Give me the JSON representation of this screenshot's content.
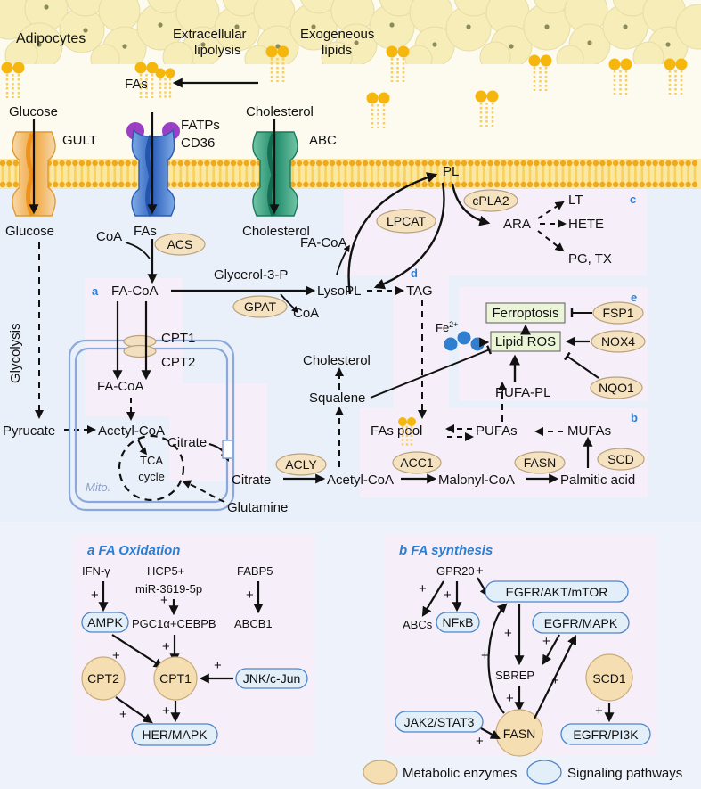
{
  "figure": {
    "background_color": "#eef2fa",
    "cytoplasm_color": "#eaf0fa",
    "extracellular_color": "#fdfbf0",
    "panel_highlight_color": "#f6eef8",
    "enzyme_fill": "#f5e2c0",
    "signaling_fill": "#e2eef8",
    "accent_blue": "#2a7fd4",
    "ferroptosis_fill": "#eaf5d8"
  },
  "extracellular": {
    "adipocytes_label": "Adipocytes",
    "extracellular_lipolysis_label": "Extracellular\nlipolysis",
    "extracellular_lipolysis_line1": "Extracellular",
    "extracellular_lipolysis_line2": "lipolysis",
    "exogenous_lipids_line1": "Exogeneous",
    "exogenous_lipids_line2": "lipids",
    "fas_out": "FAs",
    "glucose_out": "Glucose",
    "cholesterol_out": "Cholesterol"
  },
  "membrane": {
    "transporters": [
      {
        "name": "GULT",
        "label": "GULT",
        "color": "#f0b060",
        "cargo_in": "Glucose",
        "cargo_out": "Glucose"
      },
      {
        "name": "FATPs-CD36",
        "label_line1": "FATPs",
        "label_line2": "CD36",
        "color": "#4d86d6",
        "cargo_in": "FAs",
        "cargo_out": "FAs"
      },
      {
        "name": "ABC",
        "label": "ABC",
        "color": "#46a88c",
        "cargo_in": "Cholesterol",
        "cargo_out": "Cholesterol"
      }
    ]
  },
  "cytoplasm": {
    "glucose_in": "Glucose",
    "fas_in": "FAs",
    "cholesterol_in": "Cholesterol",
    "glycolysis": "Glycolysis",
    "pyruvate": "Pyrucate",
    "coa_1": "CoA",
    "coa_2": "CoA",
    "fa_coa_cyto": "FA-CoA",
    "fa_coa_mito": "FA-CoA",
    "acetyl_coa_mito": "Acetyl-CoA",
    "glycerol_3_p": "Glycerol-3-P",
    "lysopl": "LysoPL",
    "tag": "TAG",
    "pl": "PL",
    "fa_coa_right": "FA-CoA",
    "citrate_mito": "Citrate",
    "citrate_cyto": "Citrate",
    "acetyl_coa_cyto": "Acetyl-CoA",
    "glutamine": "Glutamine",
    "tca_line1": "TCA",
    "tca_line2": "cycle",
    "mito_label": "Mito.",
    "cpt1": "CPT1",
    "cpt2": "CPT2",
    "squalene": "Squalene",
    "cholesterol_syn": "Cholesterol"
  },
  "enzymes": [
    {
      "name": "ACS",
      "label": "ACS"
    },
    {
      "name": "GPAT",
      "label": "GPAT"
    },
    {
      "name": "LPCAT",
      "label": "LPCAT"
    },
    {
      "name": "cPLA2",
      "label": "cPLA2"
    },
    {
      "name": "ACLY",
      "label": "ACLY"
    },
    {
      "name": "ACC1",
      "label": "ACC1"
    },
    {
      "name": "FASN",
      "label": "FASN"
    },
    {
      "name": "SCD",
      "label": "SCD"
    },
    {
      "name": "FSP1",
      "label": "FSP1"
    },
    {
      "name": "NOX4",
      "label": "NOX4"
    },
    {
      "name": "NQO1",
      "label": "NQO1"
    }
  ],
  "panel_a_main": {
    "letter": "a"
  },
  "panel_b_main": {
    "letter": "b",
    "fas_pool": "FAs pool",
    "pufas": "PUFAs",
    "mufas": "MUFAs",
    "acetyl_coa": "Acetyl-CoA",
    "malonyl_coa": "Malonyl-CoA",
    "palmitic_acid": "Palmitic acid"
  },
  "panel_c_main": {
    "letter": "c",
    "ara": "ARA",
    "lt": "LT",
    "hete": "HETE",
    "pg_tx": "PG, TX"
  },
  "panel_d_main": {
    "letter": "d"
  },
  "panel_e_main": {
    "letter": "e",
    "ferroptosis": "Ferroptosis",
    "lipid_ros": "Lipid ROS",
    "pufa_pl": "PUFA-PL",
    "iron": "Fe",
    "iron_sup": "2+"
  },
  "panel_a_bottom": {
    "title": "a FA Oxidation",
    "title_letter": "a",
    "title_text": "FA Oxidation",
    "nodes": {
      "ifn_gamma": "IFN-γ",
      "hcp5": "HCP5+",
      "mir": "miR-3619-5p",
      "fabp5": "FABP5",
      "ampk": "AMPK",
      "pgc1a": "PGC1α+CEBPB",
      "abcb1": "ABCB1",
      "cpt2": "CPT2",
      "cpt1": "CPT1",
      "jnk": "JNK/c-Jun",
      "her_mapk": "HER/MAPK"
    },
    "plus_signs": [
      "+",
      "+",
      "+",
      "+",
      "+",
      "+",
      "+",
      "+"
    ]
  },
  "panel_b_bottom": {
    "title": "b FA synthesis",
    "title_letter": "b",
    "title_text": "FA synthesis",
    "nodes": {
      "gpr20": "GPR20",
      "abcs": "ABCs",
      "nfkb": "NFκB",
      "egfr_akt_mtor": "EGFR/AKT/mTOR",
      "egfr_mapk": "EGFR/MAPK",
      "sbrep": "SBREP",
      "scd1": "SCD1",
      "jak2_stat3": "JAK2/STAT3",
      "fasn": "FASN",
      "egfr_pi3k": "EGFR/PI3K"
    },
    "plus_signs": [
      "+",
      "+",
      "+",
      "+",
      "+",
      "+",
      "+",
      "+",
      "+"
    ]
  },
  "legend": {
    "items": [
      {
        "name": "metabolic-enzymes",
        "label": "Metabolic enzymes",
        "color": "#f5e2c0"
      },
      {
        "name": "signaling-pathways",
        "label": "Signaling pathways",
        "color": "#e2eef8"
      }
    ]
  }
}
